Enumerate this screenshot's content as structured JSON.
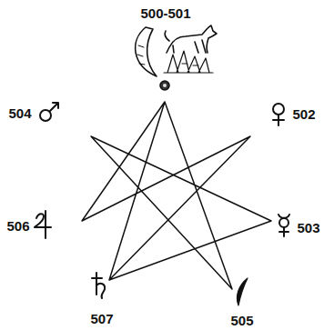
{
  "diagram": {
    "labels": [
      "500-501",
      "504",
      "502",
      "503",
      "506",
      "507",
      "505"
    ]
  }
}
